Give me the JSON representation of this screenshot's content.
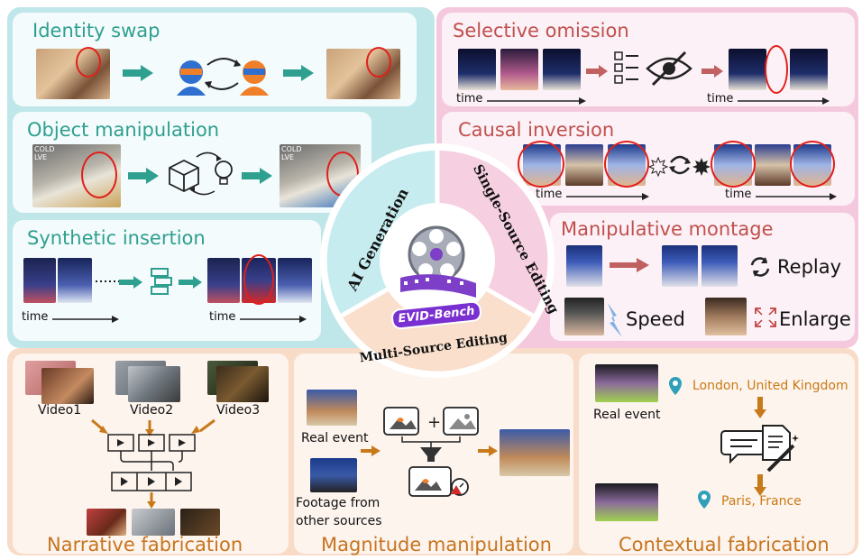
{
  "regions": {
    "ai_generation": {
      "identity_swap": {
        "title": "Identity swap"
      },
      "object_manipulation": {
        "title": "Object manipulation",
        "frame_text": [
          "COLD",
          "LVE"
        ]
      },
      "synthetic_insertion": {
        "title": "Synthetic insertion",
        "time_label_left": "time",
        "time_label_right": "time"
      }
    },
    "single_source": {
      "selective_omission": {
        "title": "Selective omission",
        "time_label_left": "time",
        "time_label_right": "time"
      },
      "causal_inversion": {
        "title": "Causal inversion",
        "time_label_left": "time",
        "time_label_right": "time"
      },
      "manipulative_montage": {
        "title": "Manipulative montage",
        "replay": "Replay",
        "speed": "Speed",
        "enlarge": "Enlarge"
      }
    },
    "multi_source": {
      "narrative_fabrication": {
        "title": "Narrative fabrication",
        "videos": [
          "Video1",
          "Video2",
          "Video3"
        ]
      },
      "magnitude_manipulation": {
        "title": "Magnitude manipulation",
        "real_event": "Real event",
        "footage": [
          "Footage from",
          "other sources"
        ]
      },
      "contextual_fabrication": {
        "title": "Contextual fabrication",
        "real_event": "Real event",
        "location_real": "London, United Kingdom",
        "location_fake": "Paris, France"
      }
    }
  },
  "center": {
    "ai_generation": "AI Generation",
    "single_source": "Single-Source Editing",
    "multi_source": "Multi-Source Editing",
    "logo_text": "EVID-Bench"
  },
  "colors": {
    "teal_bg": "#bfe7ea",
    "pink_bg": "#f5c9dd",
    "peach_bg": "#f8dcc7",
    "teal_text": "#2f9f8f",
    "red_text": "#c0504d",
    "orange_text": "#c7741f",
    "arrow_teal": "#2f9f8f",
    "arrow_red": "#c06060",
    "arrow_orange": "#c87a1a",
    "logo_purple": "#8a3fd6"
  }
}
